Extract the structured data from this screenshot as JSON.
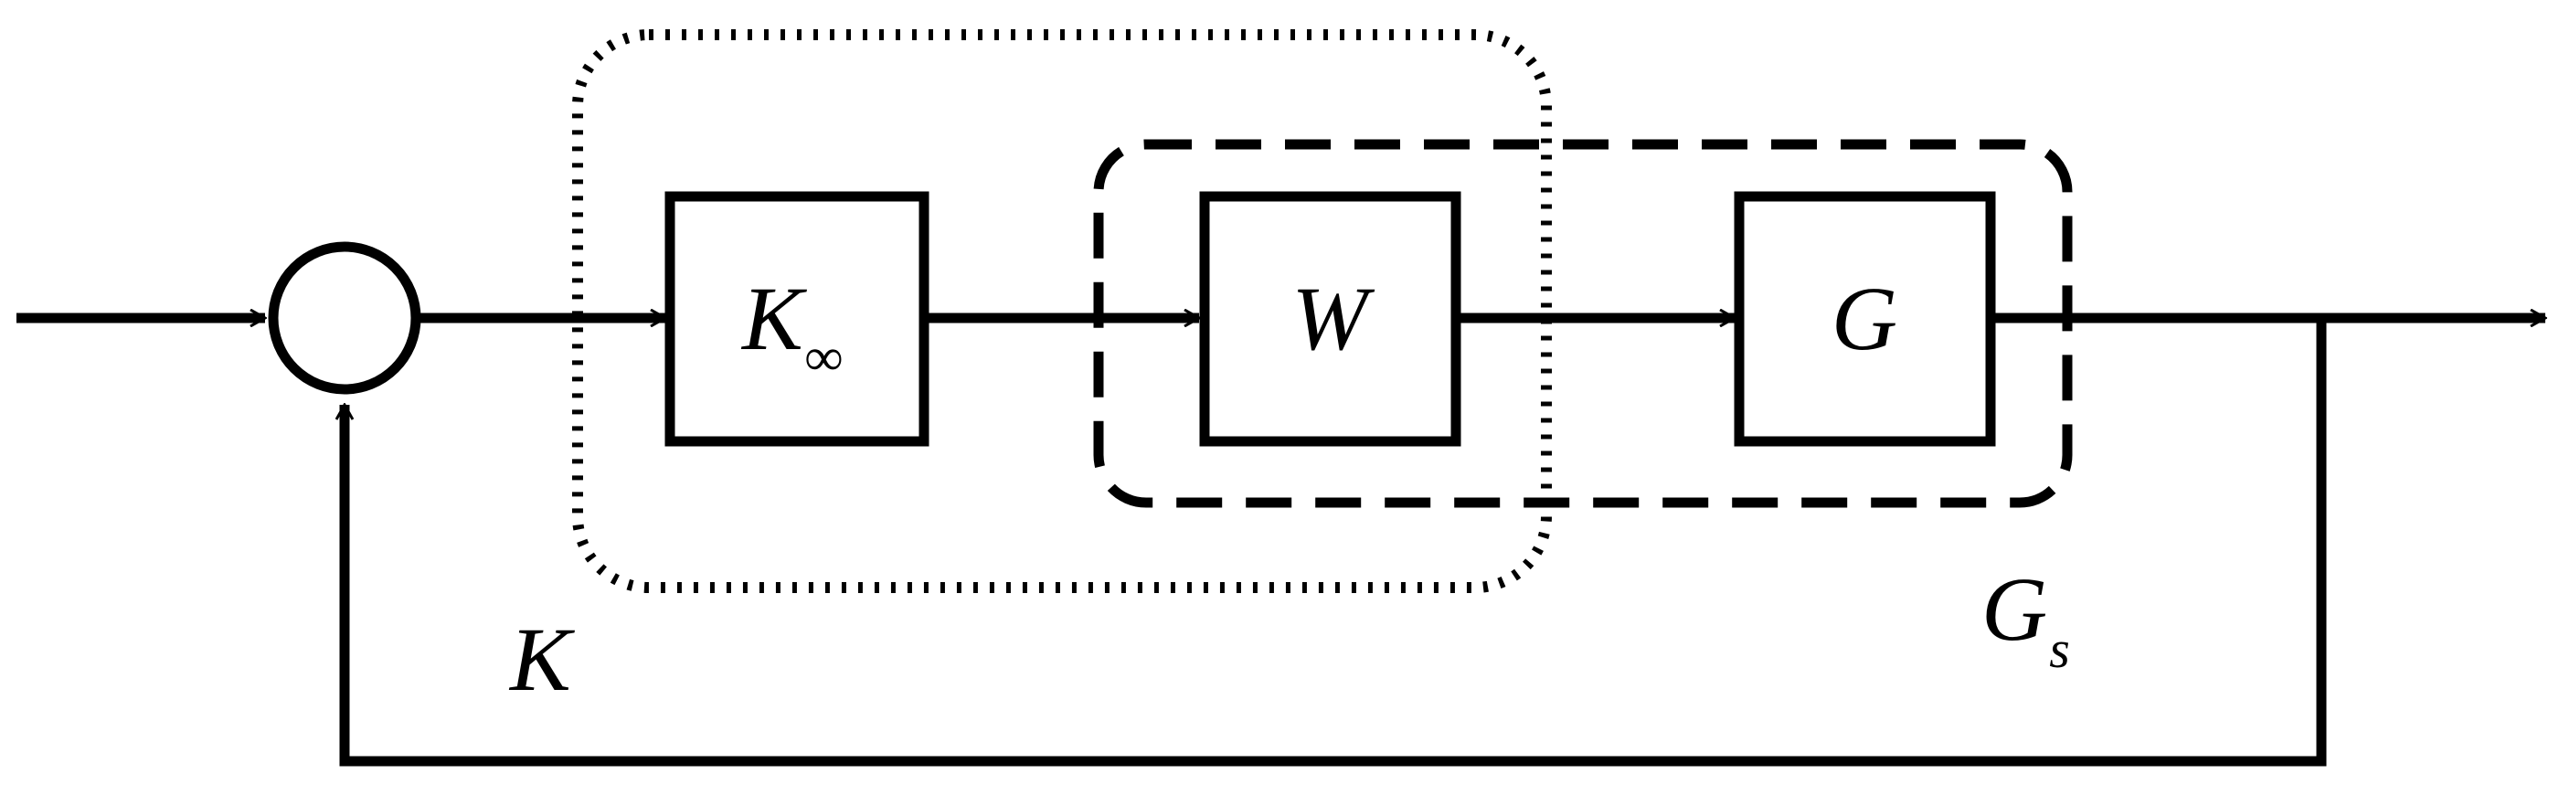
{
  "blocks": {
    "controller": {
      "label": "K",
      "subscript": "∞"
    },
    "weight": {
      "label": "W"
    },
    "plant": {
      "label": "G"
    }
  },
  "groups": {
    "controller_group": {
      "label": "K",
      "style": "dotted"
    },
    "shaped_plant_group": {
      "label": "G",
      "subscript": "s",
      "style": "dashed"
    }
  },
  "colors": {
    "stroke": "#000000",
    "background": "#ffffff"
  }
}
